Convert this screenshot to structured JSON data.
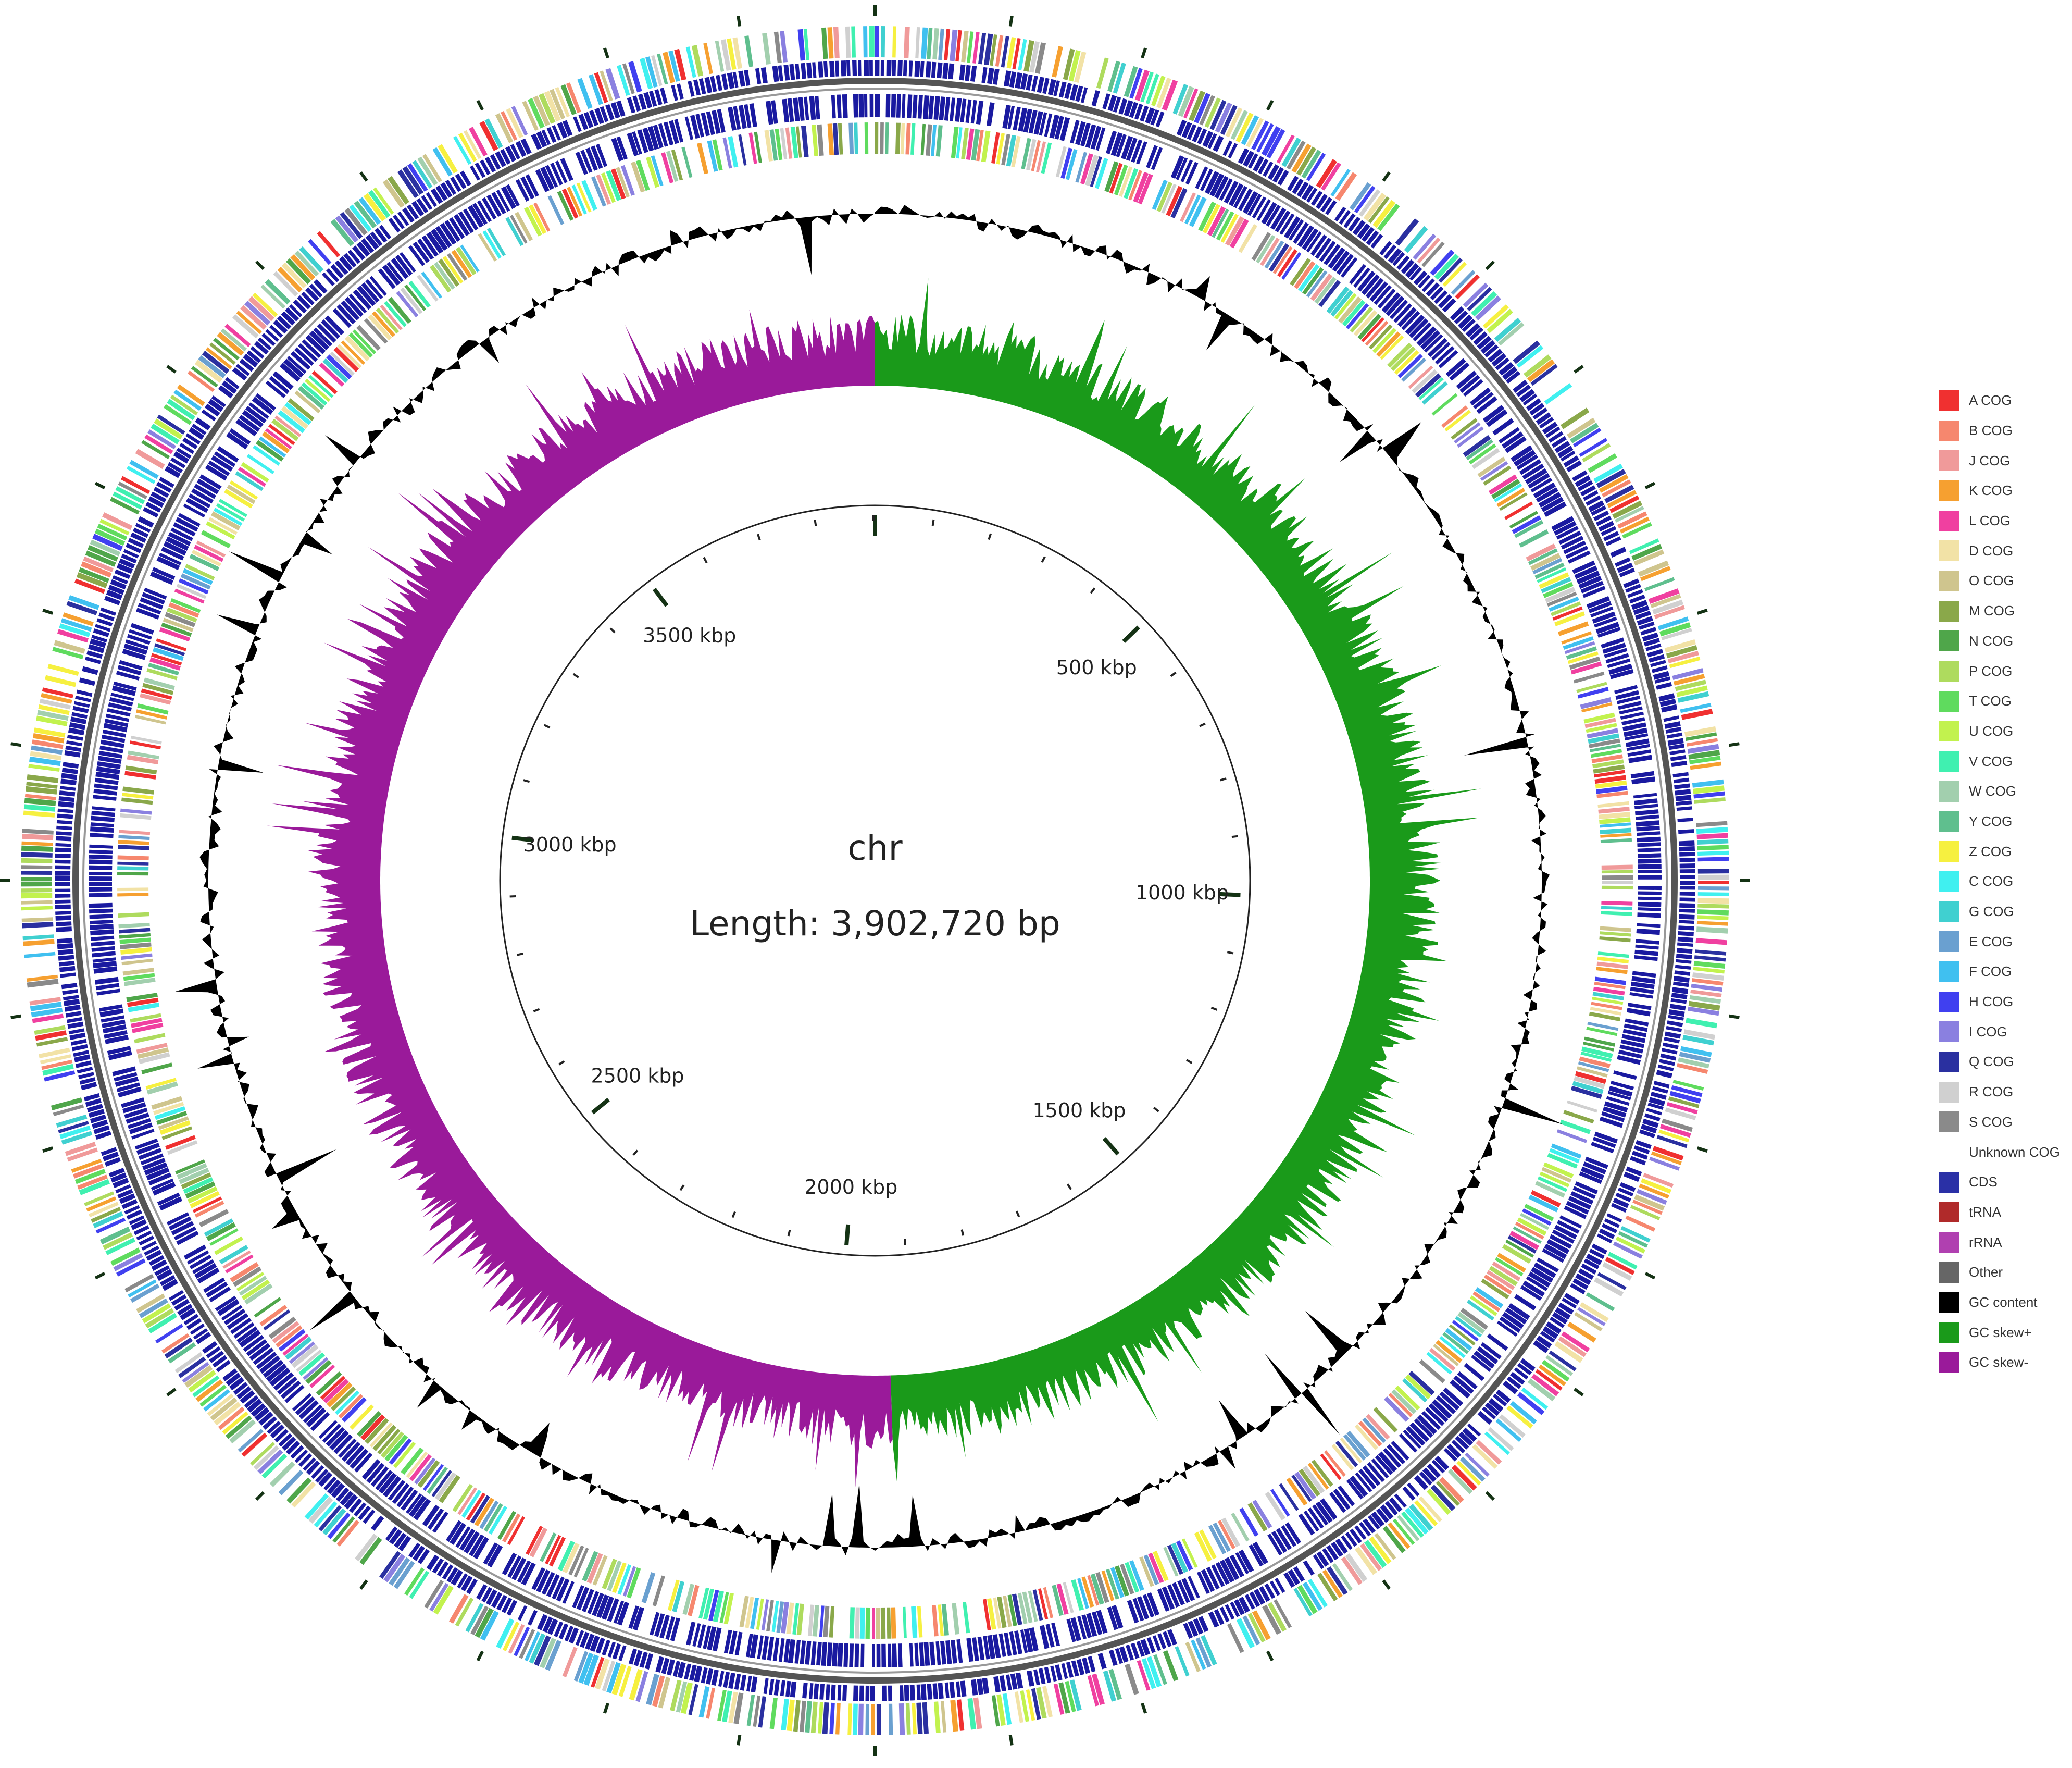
{
  "diagram": {
    "center_title": "chr",
    "length_label": "Length: 3,902,720 bp",
    "genome_length_bp": 3902720,
    "tick_labels": [
      "500 kbp",
      "1000 kbp",
      "1500 kbp",
      "2000 kbp",
      "2500 kbp",
      "3000 kbp",
      "3500 kbp"
    ],
    "tick_positions_kbp": [
      500,
      1000,
      1500,
      2000,
      2500,
      3000,
      3500
    ]
  },
  "legend": {
    "items": [
      {
        "label": "A COG",
        "color": "#f03030"
      },
      {
        "label": "B COG",
        "color": "#f6876e"
      },
      {
        "label": "J COG",
        "color": "#f09a9a"
      },
      {
        "label": "K COG",
        "color": "#f6a030"
      },
      {
        "label": "L COG",
        "color": "#f040a0"
      },
      {
        "label": "D COG",
        "color": "#f2e2a6"
      },
      {
        "label": "O COG",
        "color": "#cfc58e"
      },
      {
        "label": "M COG",
        "color": "#8aa84a"
      },
      {
        "label": "N COG",
        "color": "#4fa64a"
      },
      {
        "label": "P COG",
        "color": "#aedb5e"
      },
      {
        "label": "T COG",
        "color": "#5fdb5e"
      },
      {
        "label": "U COG",
        "color": "#c2f24e"
      },
      {
        "label": "V COG",
        "color": "#40f0b0"
      },
      {
        "label": "W COG",
        "color": "#a2cfae"
      },
      {
        "label": "Y COG",
        "color": "#5fbf8e"
      },
      {
        "label": "Z COG",
        "color": "#f6f040"
      },
      {
        "label": "C COG",
        "color": "#40f0f0"
      },
      {
        "label": "G COG",
        "color": "#40d0d0"
      },
      {
        "label": "E COG",
        "color": "#6aa0d0"
      },
      {
        "label": "F COG",
        "color": "#40c0f0"
      },
      {
        "label": "H COG",
        "color": "#4040f0"
      },
      {
        "label": "I COG",
        "color": "#8a80e0"
      },
      {
        "label": "Q COG",
        "color": "#2a30a0"
      },
      {
        "label": "R COG",
        "color": "#d0d0d0"
      },
      {
        "label": "S COG",
        "color": "#8a8a8a"
      },
      {
        "label": "Unknown COG",
        "color": "#ffffff"
      },
      {
        "label": "CDS",
        "color": "#2a30a6"
      },
      {
        "label": "tRNA",
        "color": "#b02a2a"
      },
      {
        "label": "rRNA",
        "color": "#b040b0"
      },
      {
        "label": "Other",
        "color": "#666666"
      },
      {
        "label": "GC content",
        "color": "#000000"
      },
      {
        "label": "GC skew+",
        "color": "#1a9a1a"
      },
      {
        "label": "GC skew-",
        "color": "#9a1a9a"
      }
    ]
  },
  "colors": {
    "backbone": "#555555",
    "cds": "#1a1aa0",
    "gc_content": "#000000",
    "gc_skew_positive": "#1a9a1a",
    "gc_skew_negative": "#9a1a9a",
    "ruler": "#222222",
    "major_tick": "#143214"
  }
}
